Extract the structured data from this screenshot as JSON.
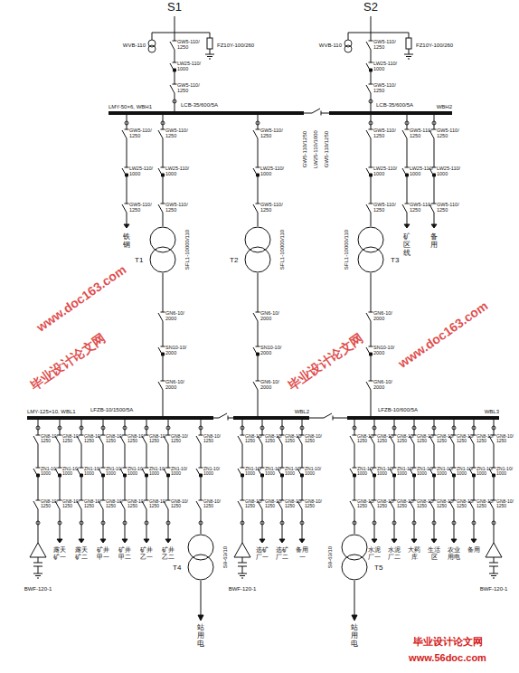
{
  "diagram": {
    "nodes": [
      {
        "text": [
          "LMY-50×6, WBH1"
        ]
      },
      {
        "text": [
          "WBH2"
        ]
      },
      {
        "text": [
          "T1",
          "SFL1-10000/110"
        ]
      },
      {
        "text": [
          "T2",
          "SFL1-10000/110"
        ]
      },
      {
        "text": [
          "T3",
          "SFL1-10000/110"
        ]
      },
      {
        "text": [
          "LMY-125×10, WBL1"
        ]
      },
      {
        "text": [
          "WBL2"
        ]
      },
      {
        "text": [
          "WBL3"
        ]
      },
      {
        "text": [
          "T4",
          "S9-63/10"
        ]
      },
      {
        "text": [
          "T5",
          "S9-63/10"
        ]
      }
    ],
    "edges": [
      {
        "from": 0,
        "to": 1,
        "arrow": "none"
      },
      {
        "from": 0,
        "to": 2,
        "arrow": "none"
      },
      {
        "from": 0,
        "to": 3,
        "arrow": "none"
      },
      {
        "from": 1,
        "to": 4,
        "arrow": "none"
      },
      {
        "from": 2,
        "to": 5,
        "arrow": "none"
      },
      {
        "from": 3,
        "to": 6,
        "arrow": "none"
      },
      {
        "from": 4,
        "to": 7,
        "arrow": "none"
      },
      {
        "from": 5,
        "to": 6,
        "arrow": "none"
      },
      {
        "from": 6,
        "to": 7,
        "arrow": "none"
      },
      {
        "from": 5,
        "to": 8,
        "arrow": "none"
      },
      {
        "from": 7,
        "to": 9,
        "arrow": "none"
      }
    ],
    "labels": [
      "GW5-110/1250",
      "LW25-110/1000",
      "GW5-110/1250",
      "GW5-110/1250",
      "LW25-110/1000",
      "GW5-110/1250",
      "GW5-110/1250",
      "LW25-110/1000",
      "GW5-110/1250",
      "GW5-110/1250",
      "LW25-110/1000",
      "GW5-110/1250",
      "GW5-110/1250",
      "LW25-110/1000",
      "GW5-110/1250",
      "GW5-110/1250",
      "LW25-110/1000",
      "GW5-110/1250",
      "GW5-110/1250",
      "LW25-110/1000",
      "GW5-110/1250",
      "GW5-110/1250",
      "LW25-110/1000",
      "GW5-110/1250",
      "GN6-10/2000",
      "SN10-10/2000",
      "GN6-10/2000",
      "GN6-10/2000",
      "SN10-10/2000",
      "GN6-10/2000",
      "GN6-10/2000",
      "SN10-10/2000",
      "GN6-10/2000",
      "GN8-10/1250",
      "ZN1-10/1000",
      "GN8-10/1250",
      "GN8-10/1250",
      "ZN1-10/1000",
      "GN8-10/1250",
      "GN8-10/1250",
      "ZN1-10/1000",
      "GN8-10/1250",
      "GN8-10/1250",
      "ZN1-10/1000",
      "GN8-10/1250",
      "GN8-10/1250",
      "ZN1-10/1000",
      "GN8-10/1250",
      "GN8-10/1250",
      "ZN1-10/1000",
      "GN8-10/1250",
      "GN8-10/1250",
      "ZN1-10/1000",
      "GN8-10/1250",
      "GN8-10/1250",
      "ZN1-10/1000",
      "GN8-10/1250",
      "GN8-10/1250",
      "ZN1-10/1000",
      "GN8-10/1250",
      "GN8-10/1250",
      "ZN1-10/1000",
      "GN8-10/1250",
      "GN8-10/1250",
      "ZN1-10/1000",
      "GN8-10/1250",
      "GN8-10/1250",
      "ZN1-10/1000",
      "GN8-10/1250",
      "GN8-10/1250",
      "ZN1-10/1000",
      "GN8-10/1250",
      "GN8-10/1250",
      "ZN1-10/1000",
      "GN8-10/1250",
      "GN8-10/1250",
      "ZN1-10/1000",
      "GN8-10/1250",
      "GN8-10/1250",
      "ZN1-10/1000",
      "GN8-10/1250",
      "GN8-10/1250",
      "ZN1-10/1000",
      "GN8-10/1250",
      "GN8-10/1250",
      "ZN1-10/1000",
      "GN8-10/1250",
      "GN8-10/1250",
      "ZN1-10/1000",
      "GN8-10/1250",
      "GN8-10/1250",
      "ZN1-10/1000",
      "GN8-10/1250",
      "S1",
      "S2",
      "WVB-110",
      "FZ10Y-100/260",
      "WVB-110",
      "FZ10Y-100/260",
      "LCB-35/600/5A",
      "LCB-35/600/5A",
      "GW5-110/1250",
      "LW25-110/1000",
      "GW5-110/1250",
      "铁钢",
      "矿区线",
      "备用",
      "LFZB-10/1500/5A",
      "LFZB-10/600/5A",
      "露天矿一",
      "露天矿二",
      "矿井甲一",
      "矿井甲二",
      "矿井乙一",
      "矿井乙二",
      "选矿厂一",
      "选矿厂二",
      "备用一",
      "水泥厂一",
      "水泥厂二",
      "大药库",
      "生活区",
      "农业用电",
      "备用",
      "BWF-120-1",
      "BWF-120-1",
      "BWF-120-1",
      "站用电",
      "站用电",
      "www.doc163.com",
      "毕业设计论文网",
      "www.doc163.com",
      "毕业设计论文网",
      "毕业设计论文网",
      "www.56doc.com"
    ]
  }
}
